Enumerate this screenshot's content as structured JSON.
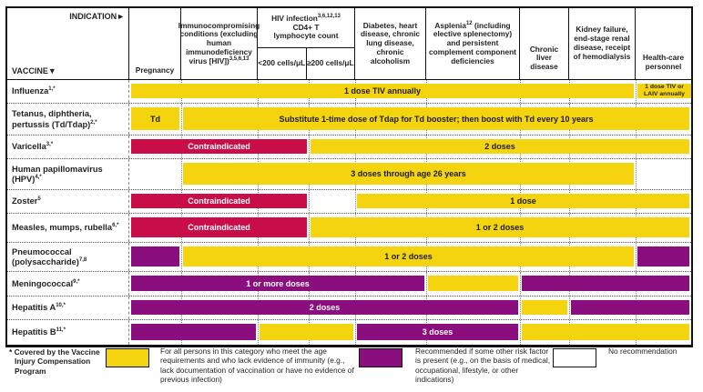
{
  "header": {
    "indication_label": "INDICATION►",
    "vaccine_label": "VACCINE▼",
    "columns": {
      "pregnancy": "Pregnancy",
      "immuno_text": "Immunocompromising conditions (excluding human immunodeficiency virus [HIV])",
      "immuno_sup": "3,5,6,13",
      "hiv_line1": "HIV infection",
      "hiv_sup": "3,6,12,13",
      "hiv_line2": "CD4+ T",
      "hiv_line3": "lymphocyte count",
      "hiv_sub_low": "<200 cells/μL",
      "hiv_sub_high": "≥200 cells/μL",
      "diabetes": "Diabetes, heart disease, chronic lung disease, chronic alcoholism",
      "asplenia_pre": "Asplenia",
      "asplenia_sup": "12",
      "asplenia_post": " (including elective splenectomy) and persistent complement component deficiencies",
      "liver": "Chronic liver disease",
      "kidney": "Kidney failure, end-stage renal disease, receipt of hemodialysis",
      "hcp": "Health-care personnel"
    }
  },
  "rows": [
    {
      "label": "Influenza",
      "sup": "1,*",
      "segments": [
        {
          "from": 0,
          "to": 7,
          "type": "for_all",
          "label": "1 dose TIV annually"
        },
        {
          "from": 8,
          "to": 8,
          "type": "for_all",
          "label": "1 dose TIV or LAIV annually",
          "small": true
        }
      ]
    },
    {
      "label": "Tetanus, diphtheria, pertussis (Td/Tdap)",
      "sup": "2,*",
      "segments": [
        {
          "from": 0,
          "to": 0,
          "type": "for_all",
          "label": "Td"
        },
        {
          "from": 1,
          "to": 8,
          "type": "for_all",
          "label": "Substitute 1-time dose of Tdap for Td booster; then boost with Td every 10 years"
        }
      ]
    },
    {
      "label": "Varicella",
      "sup": "3,*",
      "segments": [
        {
          "from": 0,
          "to": 2,
          "type": "contraindicated",
          "label": "Contraindicated"
        },
        {
          "from": 3,
          "to": 8,
          "type": "for_all",
          "label": "2 doses"
        }
      ]
    },
    {
      "label": "Human papillomavirus (HPV)",
      "sup": "4,*",
      "segments": [
        {
          "from": 1,
          "to": 7,
          "type": "for_all",
          "label": "3 doses through age 26 years"
        }
      ]
    },
    {
      "label": "Zoster",
      "sup": "5",
      "segments": [
        {
          "from": 0,
          "to": 2,
          "type": "contraindicated",
          "label": "Contraindicated"
        },
        {
          "from": 4,
          "to": 8,
          "type": "for_all",
          "label": "1 dose"
        }
      ]
    },
    {
      "label": "Measles, mumps, rubella",
      "sup": "6,*",
      "segments": [
        {
          "from": 0,
          "to": 2,
          "type": "contraindicated",
          "label": "Contraindicated"
        },
        {
          "from": 3,
          "to": 8,
          "type": "for_all",
          "label": "1 or 2 doses"
        }
      ]
    },
    {
      "label": "Pneumococcal (polysaccharide)",
      "sup": "7,8",
      "segments": [
        {
          "from": 0,
          "to": 0,
          "type": "risk",
          "label": ""
        },
        {
          "from": 1,
          "to": 7,
          "type": "for_all",
          "label": "1 or 2 doses"
        },
        {
          "from": 8,
          "to": 8,
          "type": "risk",
          "label": ""
        }
      ]
    },
    {
      "label": "Meningococcal",
      "sup": "9,*",
      "segments": [
        {
          "from": 0,
          "to": 4,
          "type": "risk",
          "label": "1 or more doses"
        },
        {
          "from": 5,
          "to": 5,
          "type": "for_all",
          "label": ""
        },
        {
          "from": 6,
          "to": 8,
          "type": "risk",
          "label": ""
        }
      ]
    },
    {
      "label": "Hepatitis A",
      "sup": "10,*",
      "segments": [
        {
          "from": 0,
          "to": 5,
          "type": "risk",
          "label": "2 doses"
        },
        {
          "from": 6,
          "to": 6,
          "type": "for_all",
          "label": ""
        },
        {
          "from": 7,
          "to": 8,
          "type": "risk",
          "label": ""
        }
      ]
    },
    {
      "label": "Hepatitis B",
      "sup": "11,*",
      "segments": [
        {
          "from": 0,
          "to": 1,
          "type": "risk",
          "label": ""
        },
        {
          "from": 2,
          "to": 3,
          "type": "for_all",
          "label": ""
        },
        {
          "from": 4,
          "to": 5,
          "type": "risk",
          "label": "3 doses"
        },
        {
          "from": 6,
          "to": 8,
          "type": "for_all",
          "label": ""
        }
      ]
    }
  ],
  "legend": {
    "footnote_marker": "*",
    "footnote_text": "Covered by the Vaccine Injury Compensation Program",
    "items": [
      {
        "key": "for_all",
        "color": "#F3D40E",
        "text": "For all persons in this category who meet the age requirements and who lack evidence of immunity (e.g., lack documentation of vaccination or have no evidence of previous infection)"
      },
      {
        "key": "risk",
        "color": "#8B0E7E",
        "text": "Recommended if some other risk factor is present (e.g., on the basis of medical, occupational, lifestyle, or other indications)"
      },
      {
        "key": "none",
        "color": "#FFFFFF",
        "text": "No recommendation"
      }
    ]
  },
  "colors": {
    "for_all": "#F3D40E",
    "risk": "#8B0E7E",
    "contraindicated": "#C90D49"
  }
}
